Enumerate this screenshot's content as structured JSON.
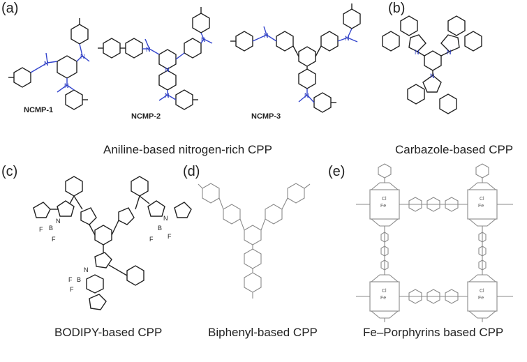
{
  "panels": {
    "a": {
      "label": "(a)",
      "caption": "Aniline-based nitrogen-rich CPP",
      "compounds": [
        "NCMP-1",
        "NCMP-2",
        "NCMP-3"
      ]
    },
    "b": {
      "label": "(b)",
      "caption": "Carbazole-based CPP"
    },
    "c": {
      "label": "(c)",
      "caption": "BODIPY-based CPP"
    },
    "d": {
      "label": "(d)",
      "caption": "Biphenyl-based CPP"
    },
    "e": {
      "label": "(e)",
      "caption": "Fe–Porphyrins based CPP"
    }
  },
  "atoms": {
    "nitrogen": "N",
    "boron": "B",
    "fluorine": "F",
    "iron": "Fe",
    "chlorine": "Cl"
  },
  "colors": {
    "nitrogen": "#3344cc",
    "bond": "#222222",
    "porphyrin_bond": "#8a8a8a"
  }
}
